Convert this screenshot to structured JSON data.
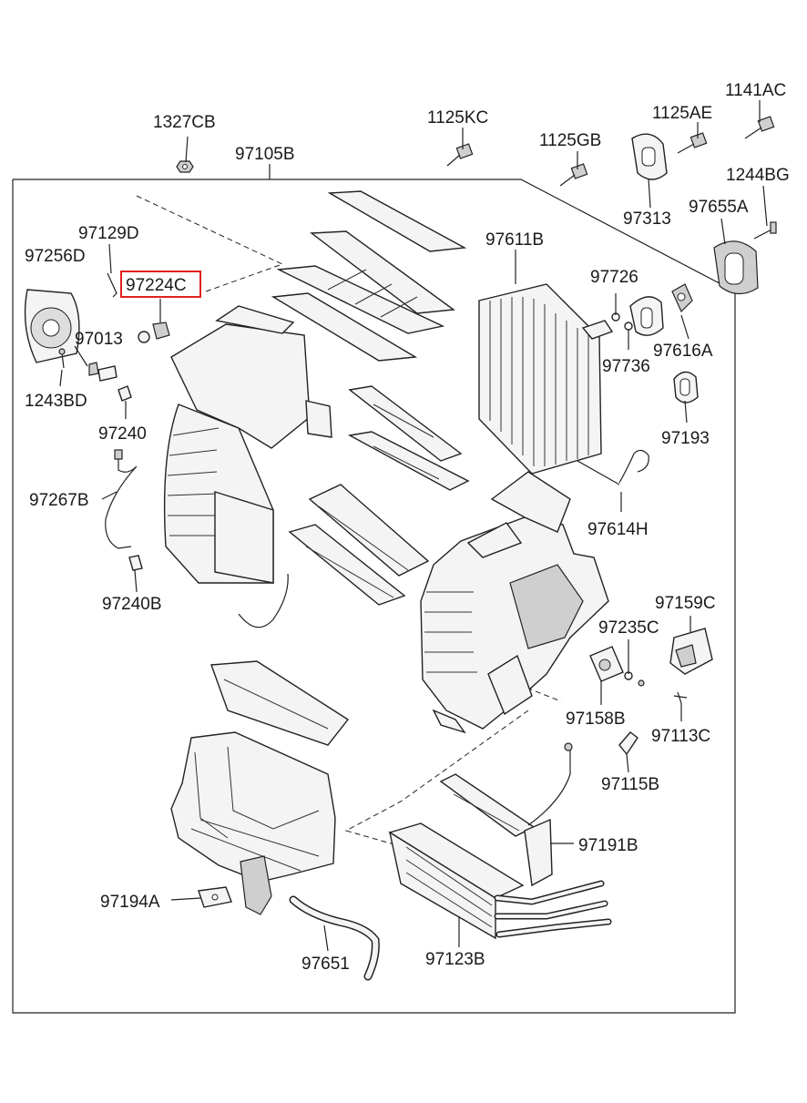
{
  "highlight": {
    "color": "#e0201f",
    "part": "97224C"
  },
  "parts": {
    "p1327CB": "1327CB",
    "p97105B": "97105B",
    "p1125KC": "1125KC",
    "p1125GB": "1125GB",
    "p1125AE": "1125AE",
    "p1141AC": "1141AC",
    "p1244BG": "1244BG",
    "p97313": "97313",
    "p97655A": "97655A",
    "p97129D": "97129D",
    "p97256D": "97256D",
    "p97224C": "97224C",
    "p97611B": "97611B",
    "p97726": "97726",
    "p97013": "97013",
    "p97616A": "97616A",
    "p97736": "97736",
    "p1243BD": "1243BD",
    "p97240": "97240",
    "p97193": "97193",
    "p97267B": "97267B",
    "p97614H": "97614H",
    "p97240B": "97240B",
    "p97159C": "97159C",
    "p97235C": "97235C",
    "p97158B": "97158B",
    "p97113C": "97113C",
    "p97115B": "97115B",
    "p97191B": "97191B",
    "p97194A": "97194A",
    "p97651": "97651",
    "p97123B": "97123B"
  }
}
